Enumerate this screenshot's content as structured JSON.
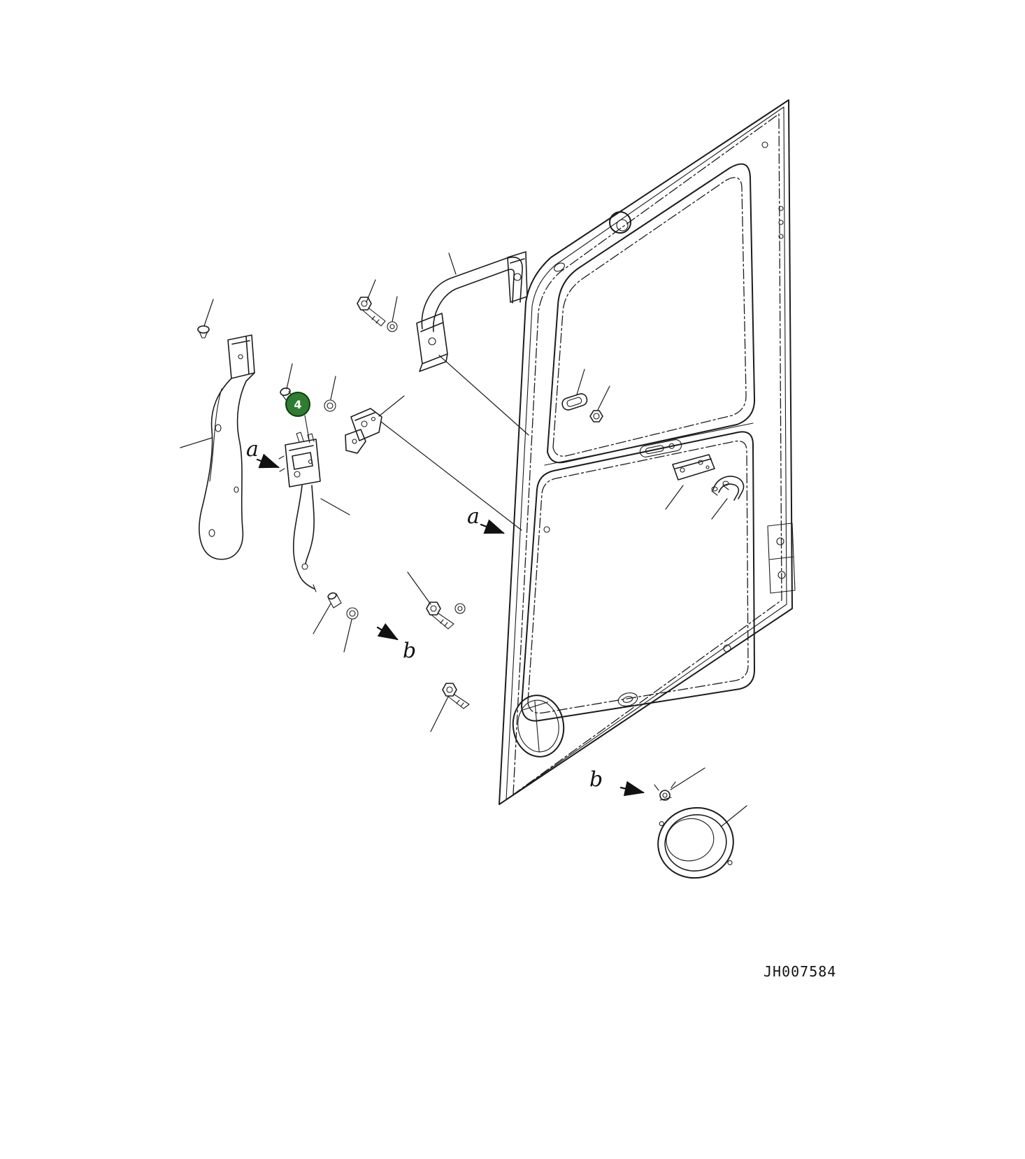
{
  "diagram": {
    "drawing_number": "JH007584",
    "callout": {
      "number": "4",
      "fill": "#2e7d32"
    },
    "view_labels": {
      "a": "a",
      "b": "b"
    },
    "line_color": "#1c1c1c",
    "description": "Cab door exploded parts view"
  }
}
